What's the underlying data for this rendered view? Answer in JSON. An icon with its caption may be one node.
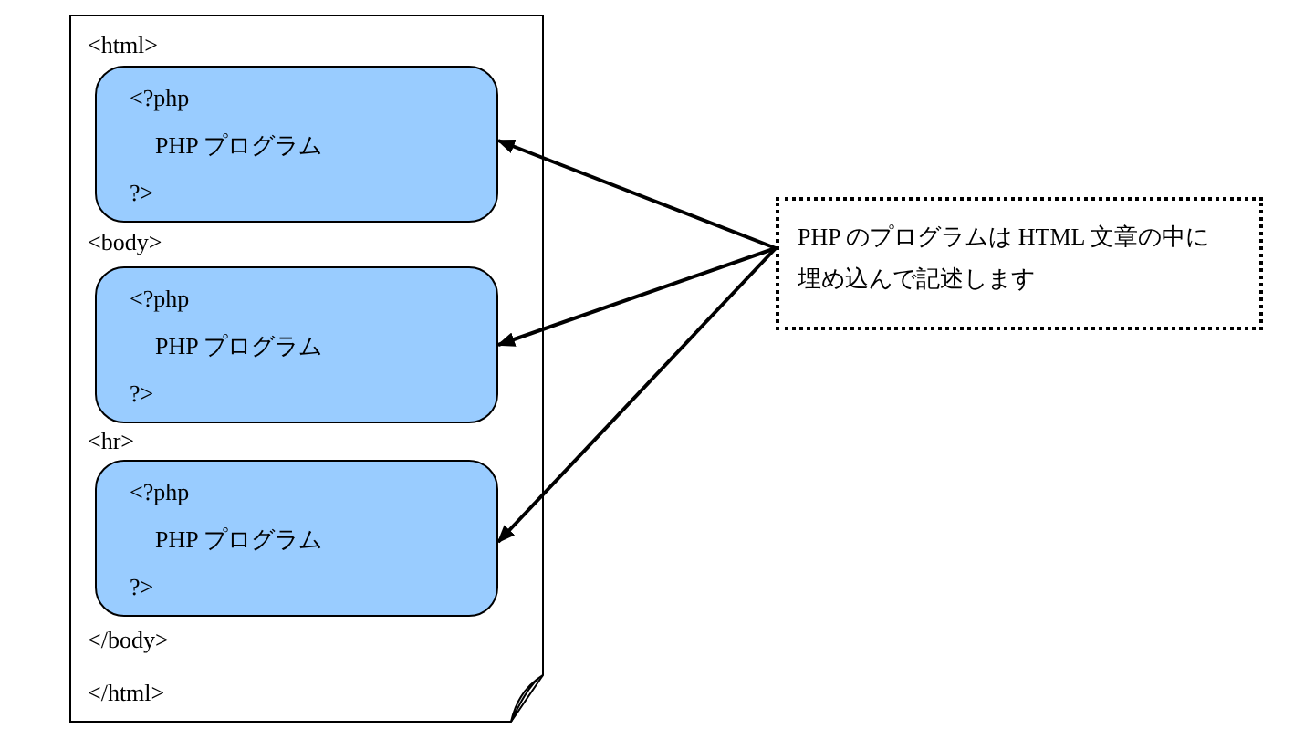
{
  "diagram": {
    "nodes": [
      {
        "text": [
          "<html>",
          "<body>",
          "<hr>",
          "</body>",
          "</html>"
        ]
      },
      {
        "text": [
          "<?php",
          "PHP プログラム",
          "?>"
        ],
        "in": 0
      },
      {
        "text": [
          "<?php",
          "PHP プログラム",
          "?>"
        ],
        "in": 0
      },
      {
        "text": [
          "<?php",
          "PHP プログラム",
          "?>"
        ],
        "in": 0
      },
      {
        "text": [
          "PHP のプログラムは HTML 文章の中に埋め込んで記述します"
        ]
      }
    ],
    "edges": [
      {
        "from": 4,
        "to": 1,
        "arrow": "to"
      },
      {
        "from": 4,
        "to": 2,
        "arrow": "to"
      },
      {
        "from": 4,
        "to": 3,
        "arrow": "to"
      }
    ]
  }
}
